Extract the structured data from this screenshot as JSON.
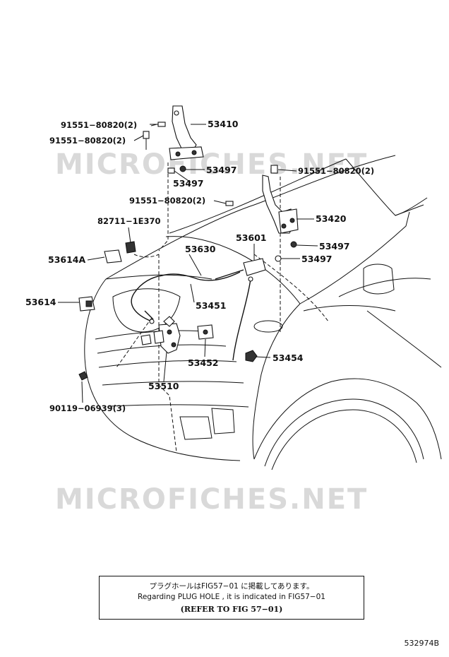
{
  "watermark": "MICROFICHES.NET",
  "labels": {
    "p53410": "53410",
    "p91551_a": "91551−80820(2)",
    "p91551_b": "91551−80820(2)",
    "p53497_a": "53497",
    "p53497_b": "53497",
    "p91551_c": "91551−80820(2)",
    "p91551_d": "91551−80820(2)",
    "p53420": "53420",
    "p82711": "82711−1E370",
    "p53601": "53601",
    "p53630": "53630",
    "p53497_c": "53497",
    "p53614A": "53614A",
    "p53497_d": "53497",
    "p53614": "53614",
    "p53451": "53451",
    "p53452": "53452",
    "p53454": "53454",
    "p53510": "53510",
    "p90119": "90119−06939(3)"
  },
  "note": {
    "jp": "プラグホールはFIG57−01 に掲載してあります。",
    "en": "Regarding  PLUG HOLE , it is indicated in FIG57−01",
    "ref": "(REFER TO FIG 57−01)"
  },
  "figure_code": "532974B"
}
